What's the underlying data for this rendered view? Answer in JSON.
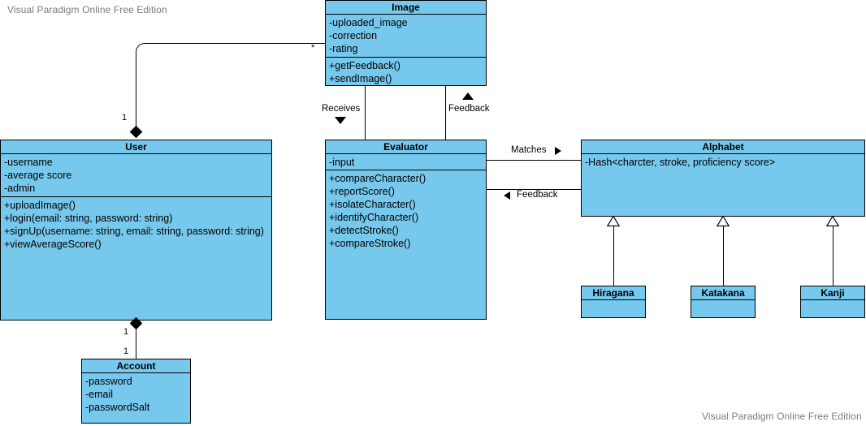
{
  "watermark": {
    "top": "Visual Paradigm Online Free Edition",
    "bottom": "Visual Paradigm Online Free Edition"
  },
  "diagram": {
    "type": "uml-class-diagram",
    "classes": [
      {
        "id": "image",
        "name": "Image",
        "attributes": [
          "-uploaded_image",
          "-correction",
          "-rating"
        ],
        "operations": [
          "+getFeedback()",
          "+sendImage()"
        ]
      },
      {
        "id": "user",
        "name": "User",
        "attributes": [
          "-username",
          "-average score",
          "-admin"
        ],
        "operations": [
          "+uploadImage()",
          "+login(email: string, password: string)",
          "+signUp(username: string, email: string, password: string)",
          "+viewAverageScore()"
        ]
      },
      {
        "id": "evaluator",
        "name": "Evaluator",
        "attributes": [
          "-input"
        ],
        "operations": [
          "+compareCharacter()",
          "+reportScore()",
          "+isolateCharacter()",
          "+identifyCharacter()",
          "+detectStroke()",
          "+compareStroke()"
        ]
      },
      {
        "id": "alphabet",
        "name": "Alphabet",
        "attributes": [
          "-Hash<charcter, stroke, proficiency score>"
        ],
        "operations": []
      },
      {
        "id": "account",
        "name": "Account",
        "attributes": [
          "-password",
          "-email",
          "-passwordSalt"
        ],
        "operations": []
      },
      {
        "id": "hiragana",
        "name": "Hiragana",
        "attributes": [],
        "operations": []
      },
      {
        "id": "katakana",
        "name": "Katakana",
        "attributes": [],
        "operations": []
      },
      {
        "id": "kanji",
        "name": "Kanji",
        "attributes": [],
        "operations": []
      }
    ],
    "relationships": [
      {
        "id": "user-image",
        "from": "User",
        "to": "Image",
        "kind": "composition",
        "source_multiplicity": "1",
        "target_multiplicity": "*"
      },
      {
        "id": "user-account",
        "from": "User",
        "to": "Account",
        "kind": "composition",
        "source_multiplicity": "1",
        "target_multiplicity": "1"
      },
      {
        "id": "image-evaluator-receives",
        "from": "Image",
        "to": "Evaluator",
        "kind": "flow",
        "label": "Receives",
        "direction": "down"
      },
      {
        "id": "evaluator-image-feedback",
        "from": "Evaluator",
        "to": "Image",
        "kind": "flow",
        "label": "Feedback",
        "direction": "up"
      },
      {
        "id": "evaluator-alphabet-matches",
        "from": "Evaluator",
        "to": "Alphabet",
        "kind": "flow",
        "label": "Matches",
        "direction": "right"
      },
      {
        "id": "alphabet-evaluator-feedback",
        "from": "Alphabet",
        "to": "Evaluator",
        "kind": "flow",
        "label": "Feedback",
        "direction": "left"
      },
      {
        "id": "hiragana-alphabet",
        "from": "Hiragana",
        "to": "Alphabet",
        "kind": "generalization"
      },
      {
        "id": "katakana-alphabet",
        "from": "Katakana",
        "to": "Alphabet",
        "kind": "generalization"
      },
      {
        "id": "kanji-alphabet",
        "from": "Kanji",
        "to": "Alphabet",
        "kind": "generalization"
      }
    ],
    "colors": {
      "class_fill": "#76c8ed",
      "class_border": "#000000",
      "connector": "#000000",
      "watermark_text": "#7b7b7b",
      "canvas": "#ffffff"
    }
  }
}
